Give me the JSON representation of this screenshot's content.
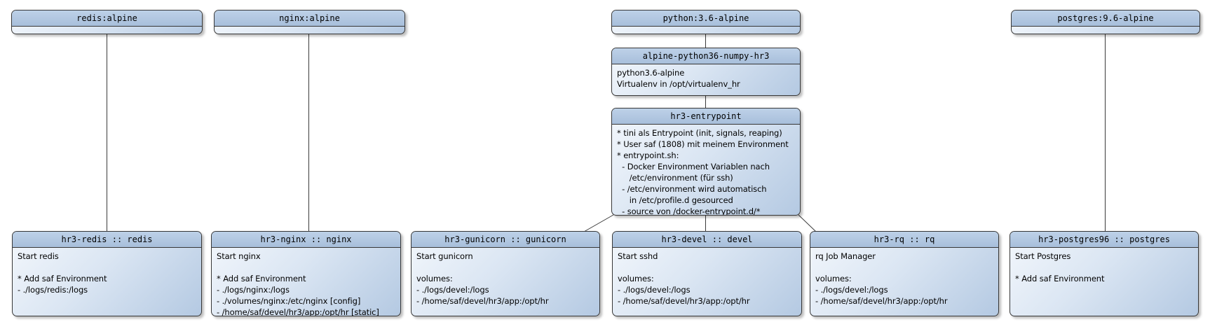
{
  "diagram_type": "docker-container-uml-diagram",
  "colors": {
    "node_border": "#373737",
    "title_bar_top": "#bdd1e8",
    "title_bar_bottom": "#a8bfdb",
    "body_gradient_start": "#f3f7fc",
    "body_gradient_end": "#b4c9e2",
    "edge_line": "#3b3b3b",
    "background": "#ffffff"
  },
  "nodes": [
    {
      "id": "redis-alpine",
      "title": "redis:alpine",
      "body": ""
    },
    {
      "id": "nginx-alpine",
      "title": "nginx:alpine",
      "body": ""
    },
    {
      "id": "python-36-alpine",
      "title": "python:3.6-alpine",
      "body": ""
    },
    {
      "id": "postgres-96-alpine",
      "title": "postgres:9.6-alpine",
      "body": ""
    },
    {
      "id": "alpine-python36-numpy-hr3",
      "title": "alpine-python36-numpy-hr3",
      "body": "python3.6-alpine\nVirtualenv in /opt/virtualenv_hr"
    },
    {
      "id": "hr3-entrypoint",
      "title": "hr3-entrypoint",
      "body": "* tini als Entrypoint (init, signals, reaping)\n* User saf (1808) mit meinem Environment\n* entrypoint.sh:\n  - Docker Environment Variablen nach\n     /etc/environment (für ssh)\n  - /etc/environment wird automatisch\n     in /etc/profile.d gesourced\n  - source von /docker-entrypoint.d/*"
    },
    {
      "id": "hr3-redis",
      "title": "hr3-redis :: redis",
      "body": "Start redis\n\n* Add saf Environment\n- ./logs/redis:/logs"
    },
    {
      "id": "hr3-nginx",
      "title": "hr3-nginx :: nginx",
      "body": "Start nginx\n\n* Add saf Environment\n- ./logs/nginx:/logs\n- ./volumes/nginx:/etc/nginx [config]\n- /home/saf/devel/hr3/app:/opt/hr [static]"
    },
    {
      "id": "hr3-gunicorn",
      "title": "hr3-gunicorn :: gunicorn",
      "body": "Start gunicorn\n\nvolumes:\n- ./logs/devel:/logs\n- /home/saf/devel/hr3/app:/opt/hr"
    },
    {
      "id": "hr3-devel",
      "title": "hr3-devel :: devel",
      "body": "Start sshd\n\nvolumes:\n- ./logs/devel:/logs\n- /home/saf/devel/hr3/app:/opt/hr"
    },
    {
      "id": "hr3-rq",
      "title": "hr3-rq :: rq",
      "body": "rq Job Manager\n\nvolumes:\n- ./logs/devel:/logs\n- /home/saf/devel/hr3/app:/opt/hr"
    },
    {
      "id": "hr3-postgres96",
      "title": "hr3-postgres96 :: postgres",
      "body": "Start Postgres\n\n* Add saf Environment"
    }
  ],
  "edges": [
    {
      "from": "redis-alpine",
      "to": "hr3-redis"
    },
    {
      "from": "nginx-alpine",
      "to": "hr3-nginx"
    },
    {
      "from": "python-36-alpine",
      "to": "alpine-python36-numpy-hr3"
    },
    {
      "from": "alpine-python36-numpy-hr3",
      "to": "hr3-entrypoint"
    },
    {
      "from": "hr3-entrypoint",
      "to": "hr3-gunicorn"
    },
    {
      "from": "hr3-entrypoint",
      "to": "hr3-devel"
    },
    {
      "from": "hr3-entrypoint",
      "to": "hr3-rq"
    },
    {
      "from": "postgres-96-alpine",
      "to": "hr3-postgres96"
    }
  ]
}
